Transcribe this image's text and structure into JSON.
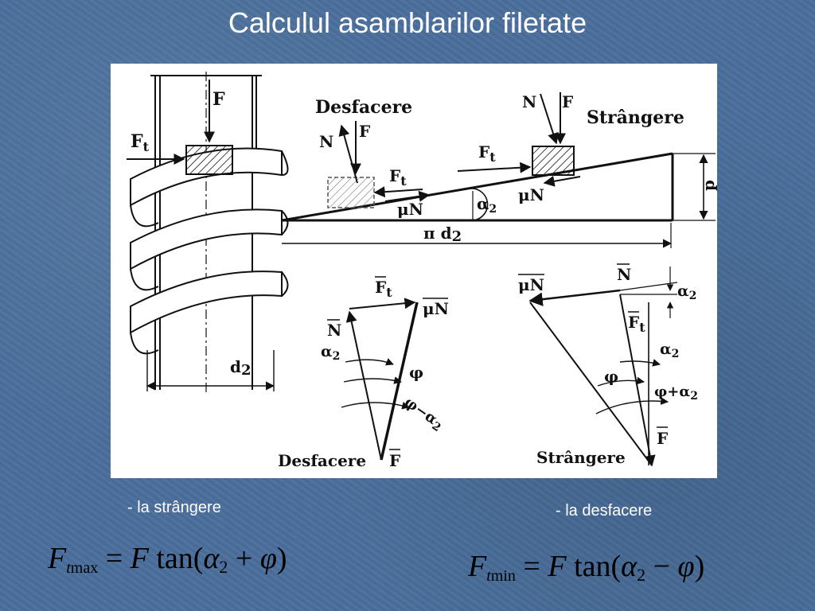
{
  "slide": {
    "title": "Calculul asamblarilor filetate"
  },
  "diagram": {
    "top_left_F": "F",
    "left_Ft": "F",
    "left_Ft_sub": "t",
    "left_d2": "d",
    "left_d2_sub": "2",
    "desfacere_top": "Desfacere",
    "strangere_top": "Strângere",
    "incline_N_left": "N",
    "incline_F_left": "F",
    "incline_Ft_left": "F",
    "incline_Ft_left_sub": "t",
    "incline_muN_left": "μN",
    "incline_N_right": "N",
    "incline_F_right": "F",
    "incline_Ft_right": "F",
    "incline_Ft_right_sub": "t",
    "incline_muN_right": "μN",
    "alpha2": "α",
    "alpha2_sub": "2",
    "pi_d2": "π d",
    "pi_d2_sub": "2",
    "pitch_p": "p",
    "poly_left_Ft": "F",
    "poly_left_Ft_sub": "t",
    "poly_left_muN": "μN",
    "poly_left_N": "N",
    "poly_left_alpha2": "α",
    "poly_left_alpha2_sub": "2",
    "poly_left_phi": "φ",
    "poly_left_phi_minus": "φ−α",
    "poly_left_phi_minus_sub": "2",
    "poly_left_caption": "Desfacere",
    "poly_left_F": "F",
    "poly_right_muN": "μN",
    "poly_right_N": "N",
    "poly_right_alpha2_top": "α",
    "poly_right_alpha2_top_sub": "2",
    "poly_right_Ft": "F",
    "poly_right_Ft_sub": "t",
    "poly_right_alpha2_mid": "α",
    "poly_right_alpha2_mid_sub": "2",
    "poly_right_phi": "φ",
    "poly_right_phi_plus": "φ+α",
    "poly_right_phi_plus_sub": "2",
    "poly_right_caption": "Strângere",
    "poly_right_F": "F"
  },
  "captions": {
    "strangere": "- la strângere",
    "desfacere": "- la desfacere"
  },
  "formulas": {
    "max": {
      "F": "F",
      "sub_t": "t",
      "sub_word": "max",
      "rhs_eq": "=",
      "rhs_F": "F",
      "rhs_fn": "tan(",
      "alpha": "α",
      "alpha_sub": "2",
      "op": "+",
      "phi": "φ",
      "close": ")"
    },
    "min": {
      "F": "F",
      "sub_t": "t",
      "sub_word": "min",
      "rhs_eq": "=",
      "rhs_F": "F",
      "rhs_fn": "tan(",
      "alpha": "α",
      "alpha_sub": "2",
      "op": "−",
      "phi": "φ",
      "close": ")"
    }
  }
}
